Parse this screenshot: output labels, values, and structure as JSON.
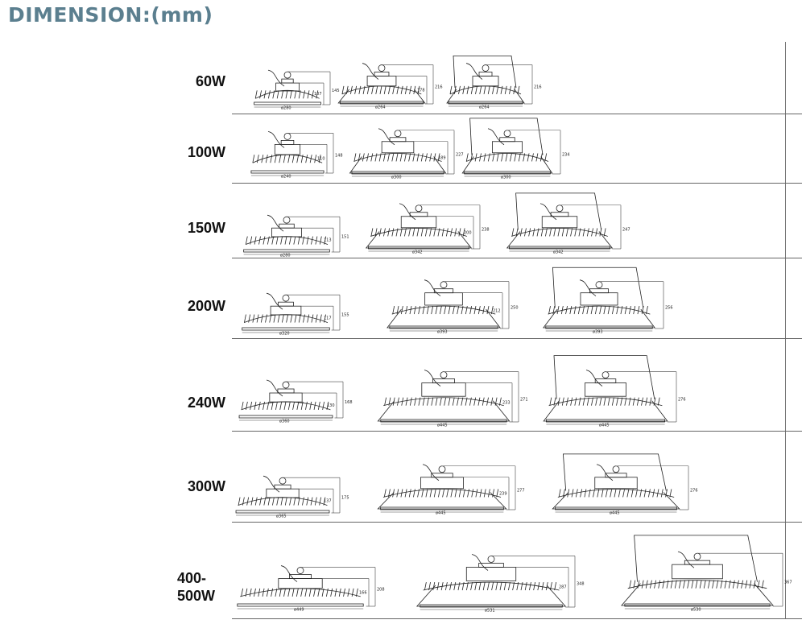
{
  "title": "DIMENSION:(mm)",
  "rows": [
    {
      "label": "60W",
      "lamps": [
        {
          "dia": "ø280",
          "h1": "107",
          "h2": "145"
        },
        {
          "dia": "ø264",
          "h1": "178",
          "h2": "216"
        },
        {
          "dia": "ø264",
          "h1": "",
          "h2": "216",
          "bracket": true
        }
      ]
    },
    {
      "label": "100W",
      "lamps": [
        {
          "dia": "ø240",
          "h1": "110",
          "h2": "148"
        },
        {
          "dia": "ø300",
          "h1": "189",
          "h2": "227"
        },
        {
          "dia": "ø300",
          "h1": "",
          "h2": "234",
          "bracket": true
        }
      ]
    },
    {
      "label": "150W",
      "lamps": [
        {
          "dia": "ø280",
          "h1": "113",
          "h2": "151"
        },
        {
          "dia": "ø342",
          "h1": "200",
          "h2": "238"
        },
        {
          "dia": "ø342",
          "h1": "",
          "h2": "247",
          "bracket": true
        }
      ]
    },
    {
      "label": "200W",
      "lamps": [
        {
          "dia": "ø320",
          "h1": "117",
          "h2": "155"
        },
        {
          "dia": "ø393",
          "h1": "212",
          "h2": "250"
        },
        {
          "dia": "ø393",
          "h1": "",
          "h2": "256",
          "bracket": true
        }
      ]
    },
    {
      "label": "240W",
      "lamps": [
        {
          "dia": "ø360",
          "h1": "130",
          "h2": "168"
        },
        {
          "dia": "ø445",
          "h1": "233",
          "h2": "271"
        },
        {
          "dia": "ø445",
          "h1": "",
          "h2": "276",
          "bracket": true
        }
      ]
    },
    {
      "label": "300W",
      "lamps": [
        {
          "dia": "ø365",
          "h1": "137",
          "h2": "175"
        },
        {
          "dia": "ø445",
          "h1": "239",
          "h2": "277"
        },
        {
          "dia": "ø445",
          "h1": "",
          "h2": "276",
          "bracket": true
        }
      ]
    },
    {
      "label": "400-\n500W",
      "lamps": [
        {
          "dia": "ø449",
          "h1": "166",
          "h2": "208"
        },
        {
          "dia": "ø531",
          "h1": "287",
          "h2": "348"
        },
        {
          "dia": "ø530",
          "h1": "",
          "h2": "367",
          "bracket": true
        }
      ]
    }
  ]
}
